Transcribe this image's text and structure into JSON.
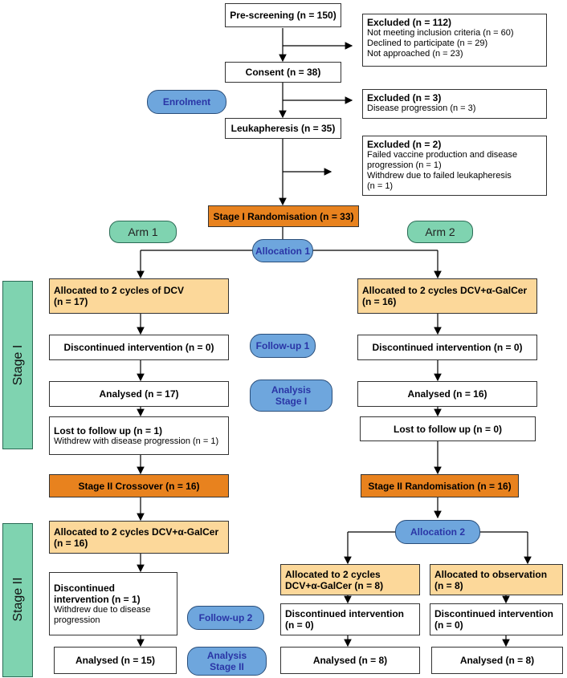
{
  "enrolment": {
    "prescreening": "Pre-screening (n = 150)",
    "excluded1": {
      "title": "Excluded (n = 112)",
      "lines": [
        "Not meeting inclusion criteria (n = 60)",
        "Declined to participate (n = 29)",
        "Not approached (n = 23)"
      ]
    },
    "consent": "Consent (n = 38)",
    "excluded2": {
      "title": "Excluded (n = 3)",
      "lines": [
        "Disease progression (n = 3)"
      ]
    },
    "enrolment_label": "Enrolment",
    "leukapheresis": "Leukapheresis (n = 35)",
    "excluded3": {
      "title": "Excluded (n = 2)",
      "lines": [
        "Failed vaccine production and disease",
        "progression (n = 1)",
        "Withdrew due to failed leukapheresis",
        "(n = 1)"
      ]
    },
    "randomisation": "Stage I Randomisation (n = 33)"
  },
  "arms": {
    "arm1": "Arm 1",
    "arm2": "Arm 2",
    "allocation1": "Allocation 1"
  },
  "stage1": {
    "label": "Stage I",
    "arm1": {
      "allocated": [
        "Allocated to 2 cycles of DCV",
        "(n = 17)"
      ],
      "discontinued": "Discontinued intervention (n = 0)",
      "analysed": "Analysed (n = 17)",
      "lost": "Lost to follow up (n = 1)",
      "lost_detail": "Withdrew with disease progression (n = 1)"
    },
    "arm2": {
      "allocated": [
        "Allocated to 2 cycles DCV+α-GalCer",
        "(n = 16)"
      ],
      "discontinued": "Discontinued intervention (n = 0)",
      "analysed": "Analysed (n = 16)",
      "lost": "Lost to follow up (n = 0)"
    },
    "followup1": "Follow-up 1",
    "analysis": [
      "Analysis",
      "Stage I"
    ]
  },
  "transition": {
    "crossover": "Stage II Crossover (n = 16)",
    "randomisation2": "Stage II Randomisation (n = 16)",
    "allocation2": "Allocation 2"
  },
  "stage2": {
    "label": "Stage II",
    "arm1": {
      "allocated": [
        "Allocated to 2 cycles DCV+α-GalCer",
        "(n = 16)"
      ],
      "discontinued": [
        "Discontinued",
        "intervention (n = 1)"
      ],
      "discontinued_detail": [
        "Withdrew due to disease",
        "progression"
      ],
      "analysed": "Analysed (n = 15)"
    },
    "arm2a": {
      "allocated": [
        "Allocated to 2 cycles",
        "DCV+α-GalCer (n = 8)"
      ],
      "discontinued": [
        "Discontinued intervention",
        "(n = 0)"
      ],
      "analysed": "Analysed (n = 8)"
    },
    "arm2b": {
      "allocated": [
        "Allocated to observation",
        "(n = 8)"
      ],
      "discontinued": [
        "Discontinued intervention",
        "(n = 0)"
      ],
      "analysed": "Analysed (n = 8)"
    },
    "followup2": "Follow-up 2",
    "analysis": [
      "Analysis",
      "Stage II"
    ]
  },
  "colors": {
    "orange": "#e8821e",
    "light_orange": "#fcd89a",
    "blue": "#6ea6dd",
    "blue_text": "#2a35a6",
    "green": "#7fd3b0"
  }
}
